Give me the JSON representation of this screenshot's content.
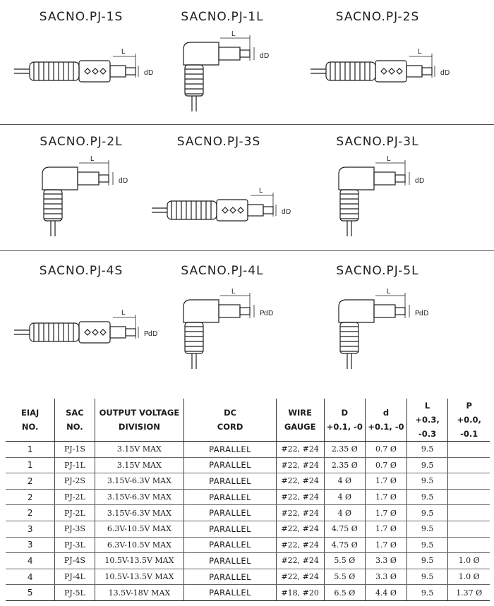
{
  "models": [
    {
      "title": "SACNO.PJ-1S",
      "shape": "straight",
      "dims": [
        "L",
        "d",
        "D"
      ]
    },
    {
      "title": "SACNO.PJ-1L",
      "shape": "angled",
      "dims": [
        "L",
        "d",
        "D"
      ]
    },
    {
      "title": "SACNO.PJ-2S",
      "shape": "straight",
      "dims": [
        "L",
        "d",
        "D"
      ]
    },
    {
      "title": "SACNO.PJ-2L",
      "shape": "angled",
      "dims": [
        "L",
        "d",
        "D"
      ]
    },
    {
      "title": "SACNO.PJ-3S",
      "shape": "straight",
      "dims": [
        "L",
        "d",
        "D"
      ]
    },
    {
      "title": "SACNO.PJ-3L",
      "shape": "angled",
      "dims": [
        "L",
        "d",
        "D"
      ]
    },
    {
      "title": "SACNO.PJ-4S",
      "shape": "straight",
      "dims": [
        "L",
        "P",
        "d",
        "D"
      ]
    },
    {
      "title": "SACNO.PJ-4L",
      "shape": "angled",
      "dims": [
        "L",
        "P",
        "d",
        "D"
      ]
    },
    {
      "title": "SACNO.PJ-5L",
      "shape": "angled",
      "dims": [
        "L",
        "P",
        "d",
        "D"
      ]
    }
  ],
  "table": {
    "headers": [
      {
        "l1": "EIAJ",
        "l2": "NO."
      },
      {
        "l1": "SAC",
        "l2": "NO."
      },
      {
        "l1": "OUTPUT VOLTAGE",
        "l2": "DIVISION"
      },
      {
        "l1": "DC",
        "l2": "CORD"
      },
      {
        "l1": "WIRE",
        "l2": "GAUGE"
      },
      {
        "l1": "D",
        "l2": "+0.1, -0"
      },
      {
        "l1": "d",
        "l2": "+0.1, -0"
      },
      {
        "l1": "L",
        "l2": "+0.3, -0.3"
      },
      {
        "l1": "P",
        "l2": "+0.0, -0.1"
      }
    ],
    "rows": [
      [
        "1",
        "PJ-1S",
        "3.15V MAX",
        "PARALLEL",
        "#22, #24",
        "2.35 Ø",
        "0.7 Ø",
        "9.5",
        ""
      ],
      [
        "1",
        "PJ-1L",
        "3.15V MAX",
        "PARALLEL",
        "#22, #24",
        "2.35 Ø",
        "0.7 Ø",
        "9.5",
        ""
      ],
      [
        "2",
        "PJ-2S",
        "3.15V-6.3V MAX",
        "PARALLEL",
        "#22, #24",
        "4 Ø",
        "1.7 Ø",
        "9.5",
        ""
      ],
      [
        "2",
        "PJ-2L",
        "3.15V-6.3V MAX",
        "PARALLEL",
        "#22, #24",
        "4 Ø",
        "1.7 Ø",
        "9.5",
        ""
      ],
      [
        "2",
        "PJ-2L",
        "3.15V-6.3V MAX",
        "PARALLEL",
        "#22, #24",
        "4 Ø",
        "1.7 Ø",
        "9.5",
        ""
      ],
      [
        "3",
        "PJ-3S",
        "6.3V-10.5V MAX",
        "PARALLEL",
        "#22, #24",
        "4.75 Ø",
        "1.7 Ø",
        "9.5",
        ""
      ],
      [
        "3",
        "PJ-3L",
        "6.3V-10.5V MAX",
        "PARALLEL",
        "#22, #24",
        "4.75 Ø",
        "1.7 Ø",
        "9.5",
        ""
      ],
      [
        "4",
        "PJ-4S",
        "10.5V-13.5V MAX",
        "PARALLEL",
        "#22, #24",
        "5.5 Ø",
        "3.3 Ø",
        "9.5",
        "1.0 Ø"
      ],
      [
        "4",
        "PJ-4L",
        "10.5V-13.5V MAX",
        "PARALLEL",
        "#22, #24",
        "5.5 Ø",
        "3.3 Ø",
        "9.5",
        "1.0 Ø"
      ],
      [
        "5",
        "PJ-5L",
        "13.5V-18V MAX",
        "PARALLEL",
        "#18, #20",
        "6.5 Ø",
        "4.4 Ø",
        "9.5",
        "1.37 Ø"
      ]
    ]
  }
}
